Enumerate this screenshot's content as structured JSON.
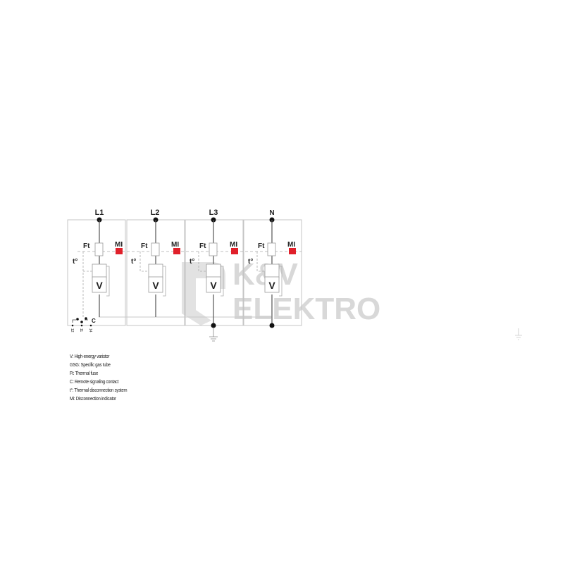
{
  "diagram": {
    "type": "surge-protection-device-schematic",
    "modules": [
      {
        "id": "L1",
        "label": "L1",
        "fuse_label": "Ft",
        "indicator_label": "MI",
        "thermal_label": "t°",
        "varistor_label": "V"
      },
      {
        "id": "L2",
        "label": "L2",
        "fuse_label": "Ft",
        "indicator_label": "MI",
        "thermal_label": "t°",
        "varistor_label": "V"
      },
      {
        "id": "L3",
        "label": "L3",
        "fuse_label": "Ft",
        "indicator_label": "MI",
        "thermal_label": "t°",
        "varistor_label": "V"
      },
      {
        "id": "N",
        "label": "N",
        "fuse_label": "Ft",
        "indicator_label": "MI",
        "thermal_label": "t°",
        "varistor_label": "V"
      }
    ],
    "remote_contact": {
      "label": "C",
      "terminals": [
        "12",
        "11",
        "14"
      ]
    },
    "colors": {
      "indicator": "#e0202a",
      "line": "#555555",
      "box": "#bbbbbb",
      "dashed": "#999999",
      "watermark": "#d8d8d8"
    }
  },
  "watermark": {
    "line1": "K&V",
    "line2": "ELEKTRO"
  },
  "legend": {
    "items": [
      "V: High-energy varistor",
      "GSG: Specific gas tube",
      "Ft: Thermal fuse",
      "C: Remote signaling contact",
      "t°: Thermal disconnection system",
      "Mi: Disconnection indicator"
    ]
  }
}
